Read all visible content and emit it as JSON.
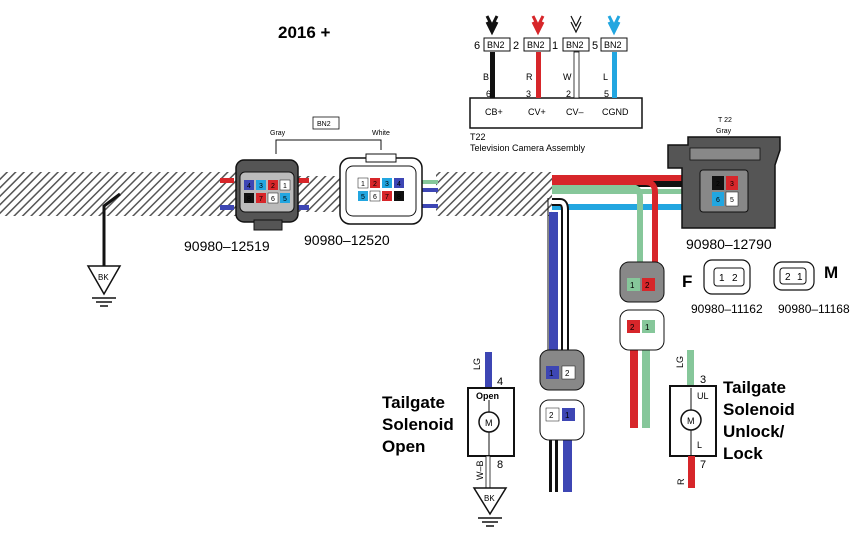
{
  "title": "2016 +",
  "colors": {
    "black": "#111111",
    "red": "#d7262a",
    "white": "#ffffff",
    "blue": "#3d46b4",
    "light_blue": "#22a6e0",
    "light_green": "#86c79a",
    "gray_body": "#555555",
    "connector_fill": "#e8e8e8"
  },
  "camera_assembly": {
    "id": "T22",
    "name": "Television Camera Assembly",
    "pins": [
      {
        "splice": "BN2",
        "num": "6",
        "wire": "B",
        "pin": "6",
        "label": "CB+"
      },
      {
        "splice": "BN2",
        "num": "2",
        "wire": "R",
        "pin": "3",
        "label": "CV+"
      },
      {
        "splice": "BN2",
        "num": "1",
        "wire": "W",
        "pin": "2",
        "label": "CV–"
      },
      {
        "splice": "BN2",
        "num": "5",
        "wire": "L",
        "pin": "5",
        "label": "CGND"
      }
    ]
  },
  "connector_pair": {
    "splice_tag": "BN2",
    "left_color": "Gray",
    "right_color": "White",
    "left_part": "90980–12519",
    "right_part": "90980–12520"
  },
  "ground_left": {
    "label": "BK"
  },
  "t22_connector": {
    "id": "T 22",
    "color": "Gray",
    "part": "90980–12790",
    "pins": [
      "2",
      "3",
      "6",
      "5"
    ]
  },
  "fm_connectors": {
    "female_label": "F",
    "male_label": "M",
    "female_part": "90980–11162",
    "male_part": "90980–11168",
    "female_pins": [
      "1",
      "2"
    ],
    "male_pins": [
      "2",
      "1"
    ]
  },
  "inline_connectors": {
    "green_red_top": [
      "1",
      "2"
    ],
    "green_red_bottom": [
      "2",
      "1"
    ],
    "blue_white_top": [
      "1",
      "2"
    ],
    "blue_white_bottom": [
      "2",
      "1"
    ],
    "left_connector_top": [
      "4",
      "3",
      "2",
      "1"
    ],
    "left_connector_bottom": [
      "8",
      "7",
      "6",
      "5"
    ]
  },
  "solenoid_open": {
    "title_line1": "Tailgate",
    "title_line2": "Solenoid",
    "title_line3": "Open",
    "inner_label": "Open",
    "motor": "M",
    "top_wire": "LG",
    "top_pin": "4",
    "bottom_wire": "W–B",
    "bottom_pin": "8",
    "ground": "BK"
  },
  "solenoid_lock": {
    "title_line1": "Tailgate",
    "title_line2": "Solenoid",
    "title_line3": "Unlock/",
    "title_line4": "Lock",
    "motor": "M",
    "ul": "UL",
    "l": "L",
    "top_wire": "LG",
    "top_pin": "3",
    "bottom_wire": "R",
    "bottom_pin": "7"
  }
}
